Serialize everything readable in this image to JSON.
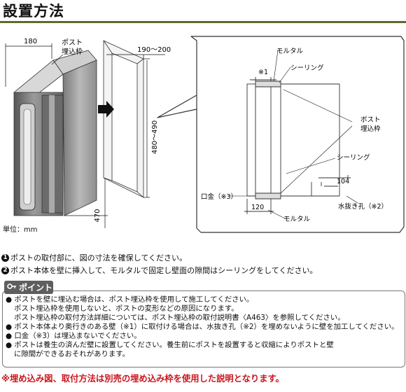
{
  "title": "設置方法",
  "unit_label": "単位：mm",
  "left_diagram": {
    "dim_width": "180",
    "dim_opening_width": "190～200",
    "dim_opening_height": "480～490",
    "dim_bottom": "470",
    "frame_label": [
      "ポスト",
      "埋込枠"
    ]
  },
  "detail_diagram": {
    "note1": "※1",
    "mortar_top": "モルタル",
    "sealing_top": "シーリング",
    "frame_label": [
      "ポスト",
      "埋込枠"
    ],
    "sealing_mid": "シーリング",
    "dim_104": "104",
    "mouth_label": "口金（※3）",
    "dim_120": "120",
    "drain_label": "水抜き孔（※2）",
    "mortar_bottom": "モルタル"
  },
  "steps": [
    {
      "num": "1",
      "text": "ポストの取付部に、図の寸法を確保してください。"
    },
    {
      "num": "2",
      "text": "ポスト本体を壁に挿入して、モルタルで固定し壁面の隙間はシーリングをしてください。"
    }
  ],
  "point": {
    "badge": "ポイント",
    "lines": [
      "● ポストを壁に埋込む場合は、ポスト埋込枠を使用して施工してください。",
      "ポスト埋込枠を使用しないと、ポストの変形などの原因になります。",
      "ポスト埋込枠の取付方法詳細については、ポスト埋込枠の取付説明書〈A463〉を参照してください。",
      "● ポスト本体より奥行きのある壁（※1）に取付ける場合は、水抜き孔（※2）を埋めないように壁を加工してください。",
      "● 口金（※3）は埋込まないでください。",
      "● ポストは養生の済んだ壁に設置してください。養生前にポストを設置すると収縮によりポストと壁",
      "に隙間ができるおそれがあります。"
    ]
  },
  "footnote": "※埋め込み図、取付方法は別売の埋め込み枠を使用した説明となります。"
}
